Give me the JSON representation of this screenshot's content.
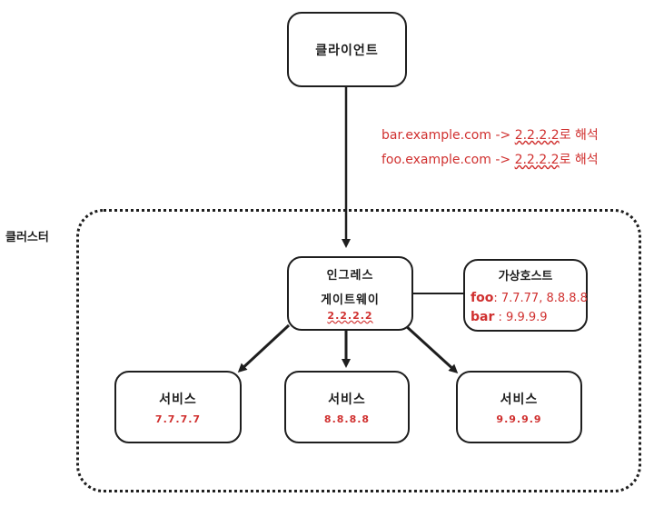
{
  "client": {
    "label": "클라이언트"
  },
  "dns": {
    "line1": {
      "host": "bar.example.com",
      "arrow": "->",
      "ip": "2.2.2.2",
      "suffix": "로 해석"
    },
    "line2": {
      "host": "foo.example.com",
      "arrow": "->",
      "ip": "2.2.2.2",
      "suffix": "로 해석"
    }
  },
  "cluster": {
    "label": "클러스터"
  },
  "ingress": {
    "label1": "인그레스",
    "label2": "게이트웨이",
    "ip": "2.2.2.2"
  },
  "vhost": {
    "title": "가상호스트",
    "foo": {
      "name": "foo",
      "sep": ":",
      "ips": "7.7.77, 8.8.8.8"
    },
    "bar": {
      "name": "bar",
      "sep": ":",
      "ips": "9.9.9.9"
    }
  },
  "services": [
    {
      "label": "서비스",
      "ip": "7.7.7.7"
    },
    {
      "label": "서비스",
      "ip": "8.8.8.8"
    },
    {
      "label": "서비스",
      "ip": "9.9.9.9"
    }
  ],
  "colors": {
    "accent": "#d0302f",
    "stroke": "#1e1e1e"
  }
}
